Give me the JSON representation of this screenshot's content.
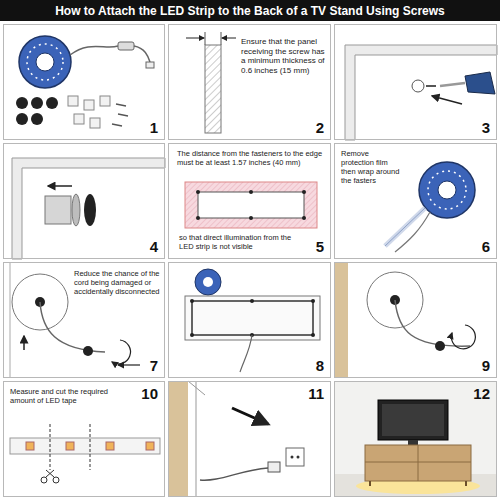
{
  "diagram": {
    "title": "How to Attach the LED Strip to the Back of a TV Stand Using Screws",
    "nodes": [
      {
        "text": [
          "1"
        ]
      },
      {
        "text": [
          "Ensure that the panel receiving the screw has a minimum thickness of 0.6 inches (15 mm)",
          "2"
        ]
      },
      {
        "text": [
          "3"
        ]
      },
      {
        "text": [
          "4"
        ]
      },
      {
        "text": [
          "The distance from the fasteners to the edge must be at least 1.57 inches (40 mm)",
          "so that direct illumination from the LED strip is not visible",
          "5"
        ]
      },
      {
        "text": [
          "Remove protection film then wrap around the fasters",
          "6"
        ]
      },
      {
        "text": [
          "Reduce the chance of the cord being damaged or accidentally disconnected",
          "7"
        ]
      },
      {
        "text": [
          "8"
        ]
      },
      {
        "text": [
          "9"
        ]
      },
      {
        "text": [
          "Measure and cut the required amount of LED tape",
          "10"
        ]
      },
      {
        "text": [
          "11"
        ]
      },
      {
        "text": [
          "12"
        ]
      }
    ]
  }
}
